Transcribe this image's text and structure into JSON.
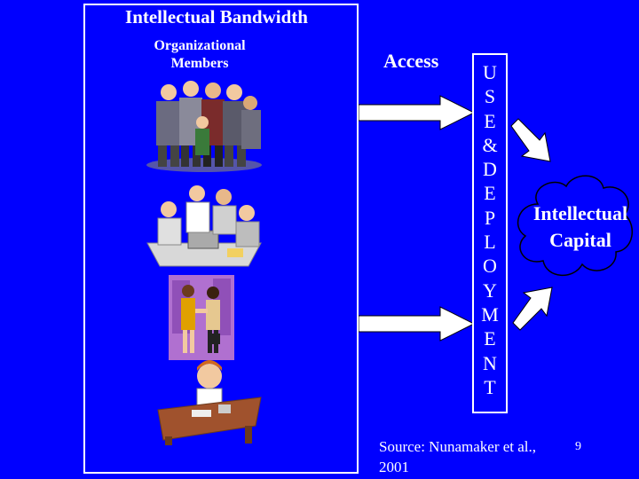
{
  "title": "Intellectual Bandwidth",
  "members_label": "Organizational\nMembers",
  "access_label": "Access",
  "use_deployment_letters": [
    "U",
    "S",
    "E",
    "&",
    "D",
    "E",
    "P",
    "L",
    "O",
    "Y",
    "M",
    "E",
    "N",
    "T"
  ],
  "cloud_label": "Intellectual Capital",
  "source": "Source: Nunamaker et al., 2001",
  "page_number": "9",
  "colors": {
    "background": "#0000ff",
    "foreground": "#ffffff"
  },
  "illustrations": [
    "group-meeting-clipart",
    "team-at-desk-clipart",
    "handshake-clipart",
    "telephone-worker-clipart"
  ]
}
